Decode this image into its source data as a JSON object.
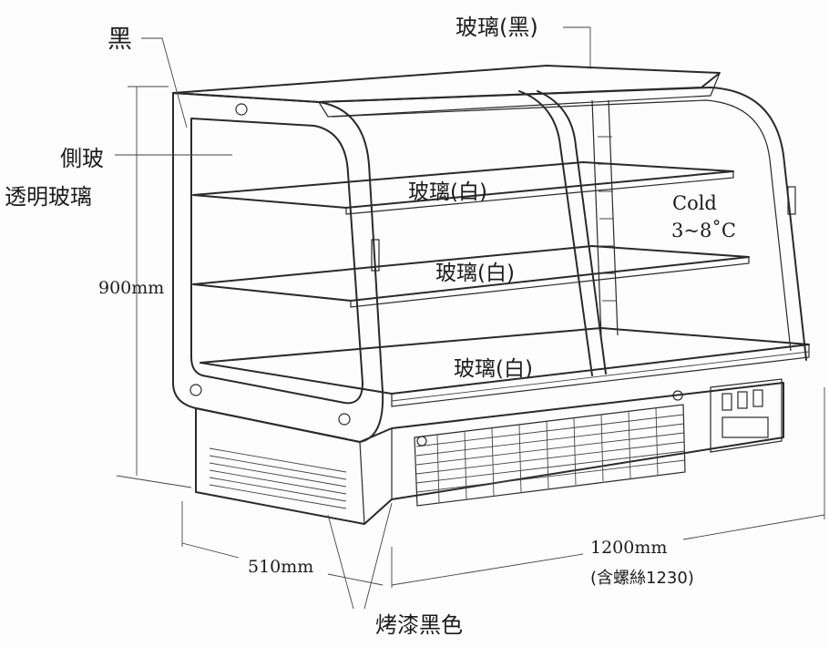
{
  "labels": {
    "black_top": "黑",
    "glass_black": "玻璃(黑)",
    "side_glass_line1": "側玻",
    "side_glass_line2": "透明玻璃",
    "shelf_top": "玻璃(白)",
    "shelf_mid": "玻璃(白)",
    "shelf_bottom": "玻璃(白)",
    "cold_line1": "Cold",
    "cold_line2": "3~8˚C",
    "height": "900mm",
    "depth": "510mm",
    "width_line1": "1200mm",
    "width_line2": "(含螺絲1230)",
    "base_finish": "烤漆黑色"
  }
}
